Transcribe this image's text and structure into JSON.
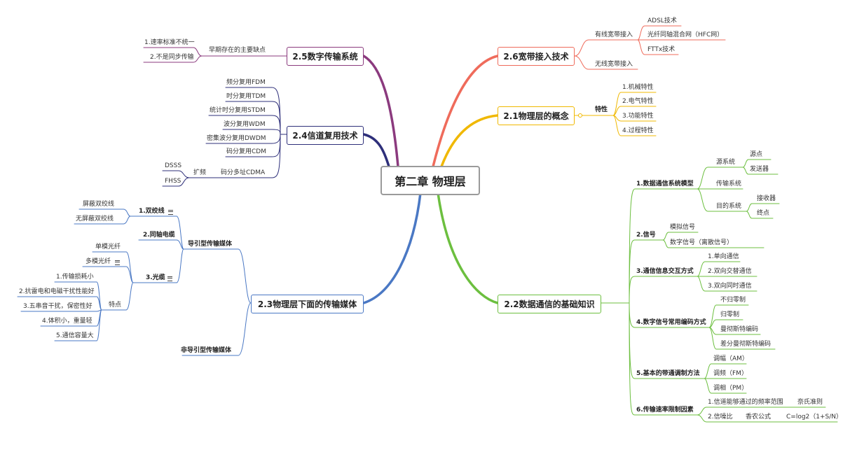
{
  "root": "第二章 物理层",
  "colors": {
    "c25": "#8b3a7e",
    "c24": "#2e2f7a",
    "c23": "#4a78c4",
    "c26": "#ef6b5b",
    "c21": "#f0b800",
    "c22": "#6cbf3f"
  },
  "s25": {
    "title": "2.5数字传输系统",
    "sub": "早期存在的主要缺点",
    "items": [
      "1.速率标准不统一",
      "2.不是同步传输"
    ]
  },
  "s24": {
    "title": "2.4信道复用技术",
    "items": [
      "频分复用FDM",
      "时分复用TDM",
      "统计时分复用STDM",
      "波分复用WDM",
      "密集波分复用DWDM",
      "码分复用CDM",
      "码分多址CDMA"
    ],
    "spread": "扩频",
    "spread_items": [
      "DSSS",
      "FHSS"
    ]
  },
  "s23": {
    "title": "2.3物理层下面的传输媒体",
    "guided": "导引型传输媒体",
    "unguided": "非导引型传输媒体",
    "twisted": "1.双绞线",
    "twisted_items": [
      "屏蔽双绞线",
      "无屏蔽双绞线"
    ],
    "coax": "2.同轴电缆",
    "fiber": "3.光缆",
    "single": "单模光纤",
    "multi": "多模光纤",
    "features": "特点",
    "feature_items": [
      "1.传输损耗小",
      "2.抗雷电和电磁干扰性能好",
      "3.五串音干扰，保密性好",
      "4.体积小，重量轻",
      "5.通信容量大"
    ]
  },
  "s26": {
    "title": "2.6宽带接入技术",
    "wired": "有线宽带接入",
    "wired_items": [
      "ADSL技术",
      "光纤同轴混合网（HFC网）",
      "FTTx技术"
    ],
    "wireless": "无线宽带接入"
  },
  "s21": {
    "title": "2.1物理层的概念",
    "sub": "特性",
    "items": [
      "1.机械特性",
      "2.电气特性",
      "3.功能特性",
      "4.过程特性"
    ]
  },
  "s22": {
    "title": "2.2数据通信的基础知识",
    "model": "1.数据通信系统模型",
    "source": "源系统",
    "source_items": [
      "源点",
      "发送器"
    ],
    "transmit": "传输系统",
    "dest": "目的系统",
    "dest_items": [
      "接收器",
      "终点"
    ],
    "signal": "2.信号",
    "signal_items": [
      "模拟信号",
      "数字信号（离散信号）"
    ],
    "interact": "3.通信信息交互方式",
    "interact_items": [
      "1.单向通信",
      "2.双向交替通信",
      "3.双向同时通信"
    ],
    "coding": "4.数字信号常用编码方式",
    "coding_items": [
      "不归零制",
      "归零制",
      "曼彻斯特编码",
      "差分曼彻斯特编码"
    ],
    "modulation": "5.基本的带通调制方法",
    "modulation_items": [
      "调幅（AM）",
      "调频（FM）",
      "调相（PM）"
    ],
    "limit": "6.传输速率限制因素",
    "limit1": "1.信道能够通过的频率范围",
    "nyquist": "奈氏准则",
    "limit2": "2.信噪比",
    "shannon": "香农公式",
    "formula": "C=log2（1+S/N）"
  }
}
